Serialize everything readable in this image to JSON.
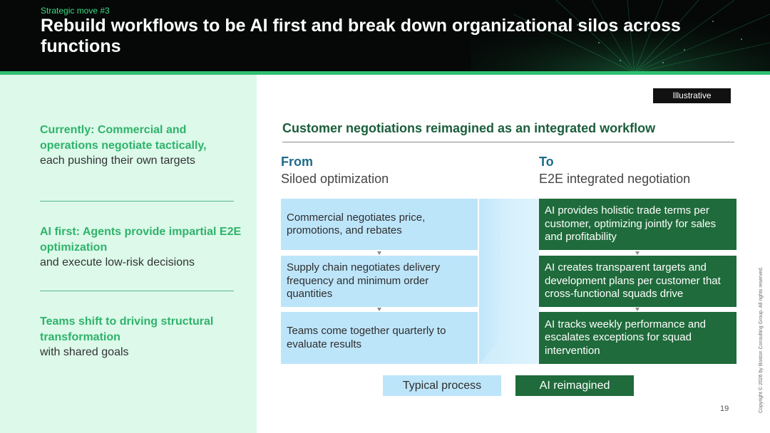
{
  "header": {
    "kicker": "Strategic move #3",
    "title": "Rebuild workflows to be AI first and break down organizational silos across functions"
  },
  "left_panel": {
    "points": [
      {
        "lead": "Currently: Commercial and operations negotiate tactically,",
        "rest": "each pushing their own targets"
      },
      {
        "lead": "AI first: Agents provide impartial E2E optimization",
        "rest": "and execute low-risk decisions"
      },
      {
        "lead": "Teams shift to driving structural transformation",
        "rest": "with shared goals"
      }
    ]
  },
  "badge": "Illustrative",
  "section_title": "Customer negotiations reimagined as an integrated workflow",
  "from": {
    "heading": "From",
    "subheading": "Siloed optimization",
    "steps": [
      "Commercial negotiates price, promotions, and rebates",
      "Supply chain negotiates delivery frequency and minimum order quantities",
      "Teams come together quarterly to evaluate results"
    ]
  },
  "to": {
    "heading": "To",
    "subheading": "E2E integrated negotiation",
    "steps": [
      "AI provides holistic trade terms per customer, optimizing jointly for sales and profitability",
      "AI creates transparent targets and development plans per customer that cross-functional squads drive",
      "AI tracks weekly performance and escalates exceptions for squad intervention"
    ]
  },
  "legend": {
    "typical": "Typical process",
    "reimagined": "AI reimagined"
  },
  "page_number": "19",
  "copyright": "Copyright © 2026 by Boston Consulting Group. All rights reserved.",
  "colors": {
    "header_bg": "#050807",
    "accent_green": "#2fbf71",
    "left_panel_bg": "#dcf9ea",
    "light_blue": "#bde5fa",
    "dark_green": "#1f6b3b",
    "heading_blue": "#1f6b8a"
  }
}
